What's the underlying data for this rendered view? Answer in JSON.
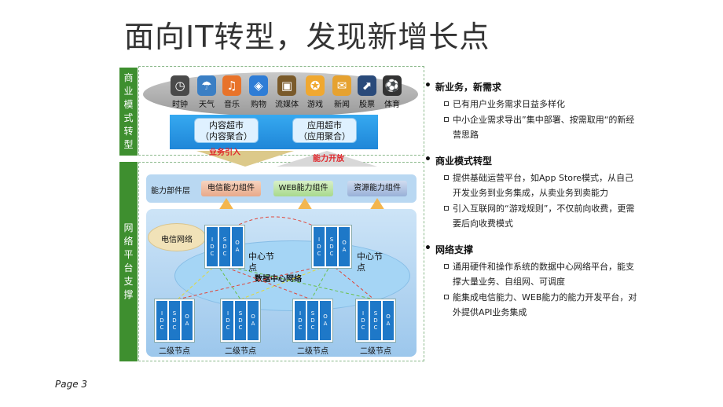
{
  "title": "面向IT转型，发现新增长点",
  "side_labels": {
    "business": "商业模式转型",
    "network": "网络平台支撑"
  },
  "apps": [
    {
      "label": "时钟",
      "icon": "clock-icon",
      "color": "#4a4a4a",
      "glyph": "◷"
    },
    {
      "label": "天气",
      "icon": "umbrella-icon",
      "color": "#3b7fc4",
      "glyph": "☂"
    },
    {
      "label": "音乐",
      "icon": "music-icon",
      "color": "#e8732a",
      "glyph": "♫"
    },
    {
      "label": "购物",
      "icon": "shopping-icon",
      "color": "#2f7dd6",
      "glyph": "◈"
    },
    {
      "label": "流媒体",
      "icon": "media-icon",
      "color": "#7a5a2a",
      "glyph": "▣"
    },
    {
      "label": "游戏",
      "icon": "game-icon",
      "color": "#f0a830",
      "glyph": "✪"
    },
    {
      "label": "新闻",
      "icon": "news-icon",
      "color": "#e6a230",
      "glyph": "✉"
    },
    {
      "label": "股票",
      "icon": "stock-icon",
      "color": "#2a4a7a",
      "glyph": "⬈"
    },
    {
      "label": "体育",
      "icon": "soccer-ball-icon",
      "color": "#333333",
      "glyph": "⚽"
    }
  ],
  "markets": {
    "content": "内容超市\n（内容聚合）",
    "app": "应用超市\n（应用聚合）"
  },
  "arrows": {
    "business_in": "业务引入",
    "capability_open": "能力开放"
  },
  "capability": {
    "layer": "能力部件层",
    "telecom": "电信能力组件",
    "web": "WEB能力组件",
    "resource": "资源能力组件"
  },
  "network": {
    "telecom_cloud": "电信网络",
    "dc_network": "数据中心网络",
    "center_node": "中心节点",
    "secondary_node": "二级节点",
    "cols": [
      "IDC",
      "SDC",
      "OA"
    ]
  },
  "bullets": [
    {
      "head": "新业务，新需求",
      "subs": [
        "已有用户业务需求日益多样化",
        "中小企业需求导出”集中部署、按需取用“的新经营思路"
      ]
    },
    {
      "head": "商业模式转型",
      "subs": [
        "提供基础运营平台，如App Store模式，从自己开发业务到业务集成，从卖业务到卖能力",
        "引入互联网的“游戏规则”，不仅前向收费，更需要后向收费模式"
      ]
    },
    {
      "head": "网络支撑",
      "subs": [
        "通用硬件和操作系统的数据中心网络平台，能支撑大量业务、自组网、可调度",
        "能集成电信能力、WEB能力的能力开发平台，对外提供API业务集成"
      ]
    }
  ],
  "page": "Page 3"
}
